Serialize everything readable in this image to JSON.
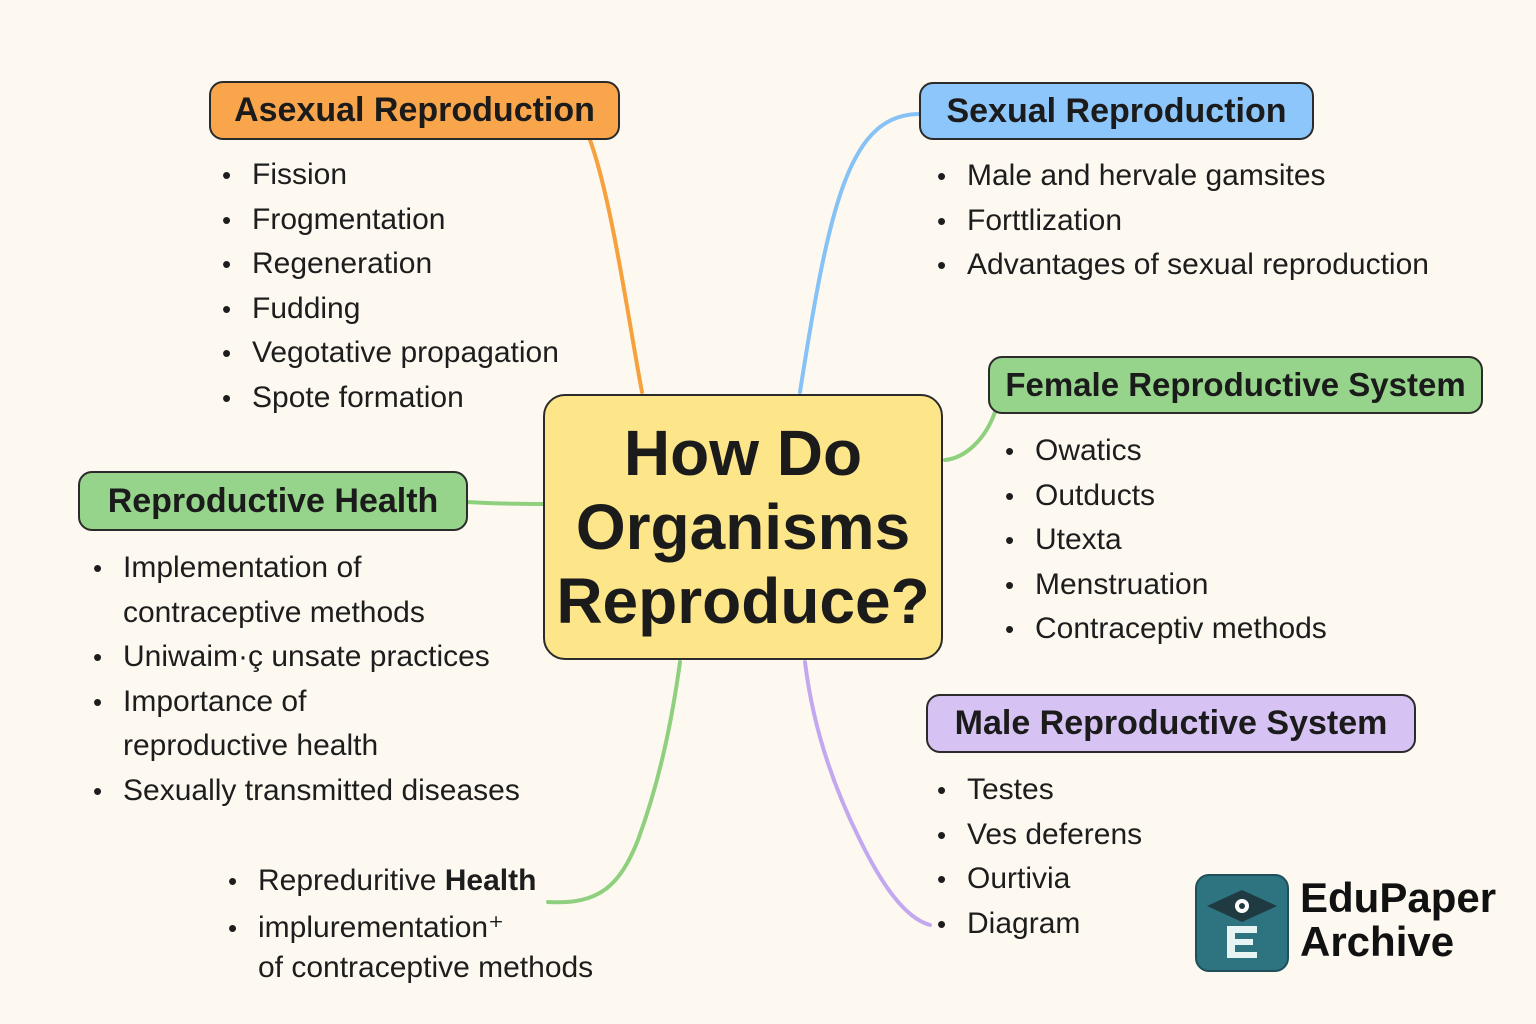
{
  "center": {
    "line1": "How Do",
    "line2": "Organisms",
    "line3": "Reproduce?"
  },
  "asexual": {
    "title": "Asexual Reproduction",
    "color": "#f9a54b",
    "items": [
      "Fission",
      "Frogmentation",
      "Regeneration",
      "Fudding",
      "Vegotative propagation",
      "Spote formation"
    ]
  },
  "sexual": {
    "title": "Sexual Reproduction",
    "color": "#8cc6fb",
    "items": [
      "Male and hervale gamsites",
      "Forttlization",
      "Advantages of sexual reproduction"
    ]
  },
  "female": {
    "title": "Female Reproductive System",
    "color": "#95d48a",
    "items": [
      "Owatics",
      "Outducts",
      "Utexta",
      "Menstruation",
      "Contraceptiv methods"
    ]
  },
  "health": {
    "title": "Reproductive Health",
    "color": "#95d48a",
    "items": [
      [
        "Implementation of",
        "contraceptive methods"
      ],
      [
        "Uniwaim⁠·⁠ç unsate practices"
      ],
      [
        "Importance of",
        "reproductive health"
      ],
      [
        "Sexually transmitted diseases"
      ]
    ]
  },
  "male": {
    "title": "Male Reproductive System",
    "color": "#d6c3f4",
    "items": [
      "Testes",
      "Ves deferens",
      "Ourtivia",
      "Diagram"
    ]
  },
  "extra": {
    "items": [
      {
        "pre": "Repreduritive ",
        "bold": "Health"
      },
      {
        "line1": "implurementation⁺",
        "line2": "of contraceptive methods"
      }
    ]
  },
  "logo": {
    "line1": "EduPaper",
    "line2": "Archive",
    "icon": "graduation-cap-e-icon",
    "color": "#2e7480"
  },
  "connector_colors": {
    "orange": "#f6a13e",
    "blue": "#86c2f5",
    "green": "#8fd07f",
    "purple": "#c3a8ef"
  }
}
